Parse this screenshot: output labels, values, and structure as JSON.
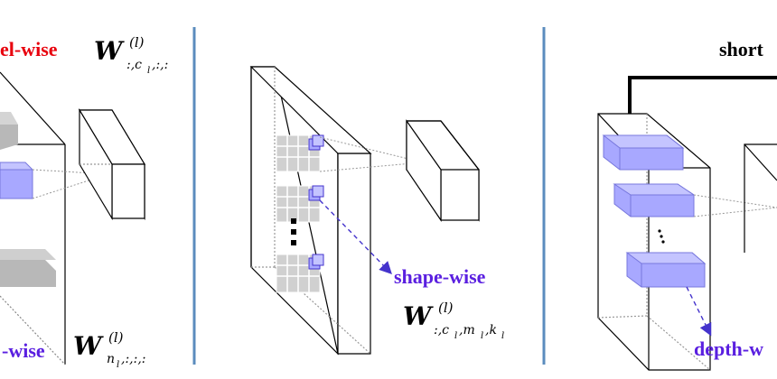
{
  "labels": {
    "filter_wise_partial": "-wise",
    "channel_wise_partial": "el-wise",
    "shape_wise": "shape-wise",
    "depth_wise_partial": "depth-w",
    "shortcut_partial": "short"
  },
  "formulas": {
    "channel": {
      "base": "W",
      "sup": "(l)",
      "sub": ":,c",
      "sub2": "l",
      "sub3": ",:,:"
    },
    "filter": {
      "base": "W",
      "sup": "(l)",
      "sub": "n",
      "sub2": "l",
      "sub3": ",:,:,:"
    },
    "shape": {
      "base": "W",
      "sup": "(l)",
      "sub": ":,c",
      "sub2": "l",
      "sub3": ",m",
      "sub4": "l",
      "sub5": ",k",
      "sub6": "l"
    }
  },
  "colors": {
    "channel_label": "#e8000d",
    "wise_label": "#5a1fe0",
    "highlight_fill": "#a8a8ff",
    "gray_block": "#b8b8b8",
    "divider": "#5b8cbe",
    "dashed": "#4433cc"
  },
  "icons": {
    "ellipsis_vertical": "dots"
  }
}
